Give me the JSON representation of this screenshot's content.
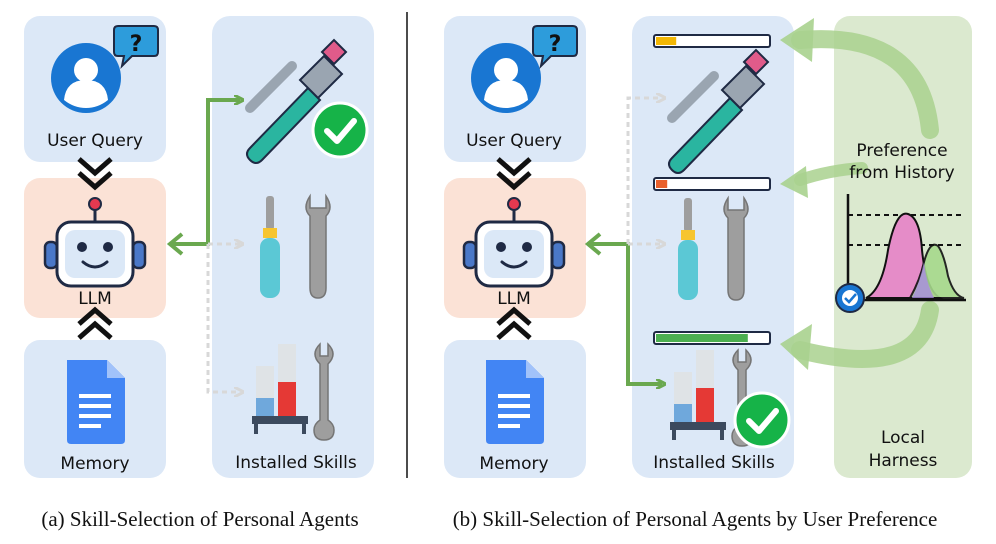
{
  "panel_a": {
    "user_query_label": "User Query",
    "llm_label": "LLM",
    "memory_label": "Memory",
    "installed_skills_label": "Installed Skills",
    "question_mark": "?",
    "caption": "(a) Skill-Selection of Personal Agents"
  },
  "panel_b": {
    "user_query_label": "User Query",
    "llm_label": "LLM",
    "memory_label": "Memory",
    "installed_skills_label": "Installed Skills",
    "question_mark": "?",
    "preference_line1": "Preference",
    "preference_line2": "from History",
    "local_line1": "Local",
    "local_line2": "Harness",
    "skill_levels": [
      0.18,
      0.1,
      0.82
    ],
    "caption": "(b) Skill-Selection of Personal Agents by User Preference"
  },
  "colors": {
    "box_blue": "#dce8f7",
    "box_peach": "#fbe2d6",
    "green_arrow": "#6aa84f",
    "local_green": "#dbe9cf",
    "check_green": "#16b348"
  }
}
